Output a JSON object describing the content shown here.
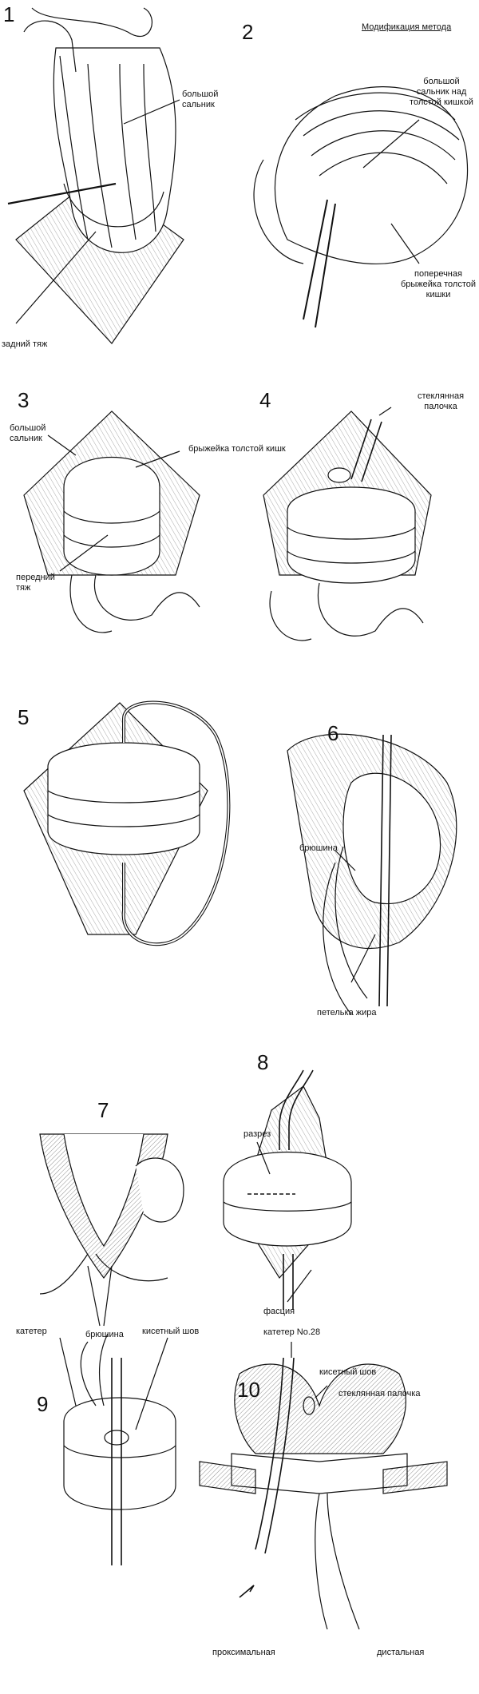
{
  "header": {
    "title": "Модификация метода"
  },
  "panels": [
    {
      "number": "1",
      "labels": [
        "большой сальник",
        "задний тяж"
      ]
    },
    {
      "number": "2",
      "labels": [
        "большой сальник над толстой кишкой",
        "поперечная брыжейка толстой кишки"
      ]
    },
    {
      "number": "3",
      "labels": [
        "большой сальник",
        "брыжейка толстой кишк",
        "передний тяж"
      ]
    },
    {
      "number": "4",
      "labels": [
        "стеклянная палочка"
      ]
    },
    {
      "number": "5",
      "labels": []
    },
    {
      "number": "6",
      "labels": [
        "брюшина",
        "петелька жира"
      ]
    },
    {
      "number": "7",
      "labels": [
        "брюшина"
      ]
    },
    {
      "number": "8",
      "labels": [
        "разрез",
        "фасция"
      ]
    },
    {
      "number": "9",
      "labels": [
        "катетер",
        "кисетный шов"
      ]
    },
    {
      "number": "10",
      "labels": [
        "катетер No.28",
        "кисетный шов",
        "стеклянная палочка",
        "проксимальная",
        "дистальная"
      ]
    }
  ],
  "colors": {
    "ink": "#111111",
    "paper": "#ffffff"
  }
}
